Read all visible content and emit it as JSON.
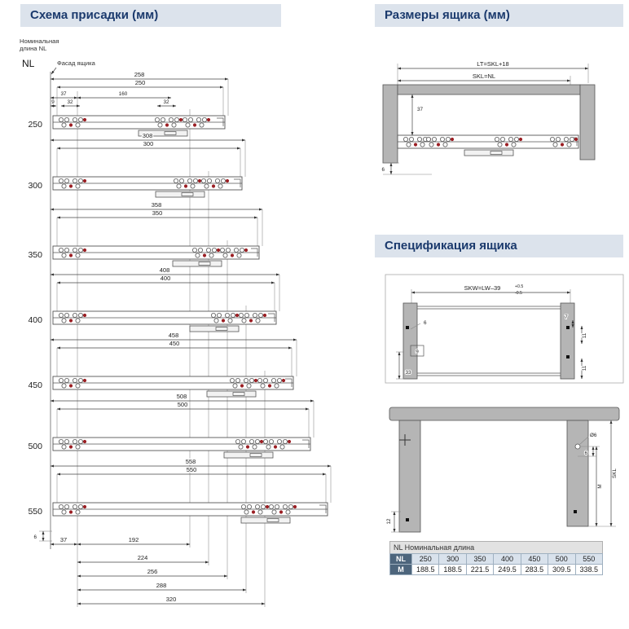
{
  "colors": {
    "header_bg": "#dce3ec",
    "header_text": "#1b3a6d",
    "accent_red": "#9b1f24",
    "panel_gray": "#b5b5b5"
  },
  "headers": {
    "drill": "Схема присадки (мм)",
    "size": "Размеры ящика (мм)",
    "spec": "Спецификация ящика"
  },
  "drill": {
    "axis_line1": "Номинальная",
    "axis_line2": "длина NL",
    "axis_nl": "NL",
    "facade": "Фасад ящика",
    "rows": [
      {
        "nl": "250",
        "outer": "258",
        "inner": "250"
      },
      {
        "nl": "300",
        "outer": "308",
        "inner": "300"
      },
      {
        "nl": "350",
        "outer": "358",
        "inner": "350"
      },
      {
        "nl": "400",
        "outer": "408",
        "inner": "400"
      },
      {
        "nl": "450",
        "outer": "458",
        "inner": "450"
      },
      {
        "nl": "500",
        "outer": "508",
        "inner": "500"
      },
      {
        "nl": "550",
        "outer": "558",
        "inner": "550"
      }
    ],
    "row250": {
      "d37": "37",
      "d160": "160",
      "d9": "9",
      "d32l": "32",
      "d32r": "32"
    },
    "bottom": {
      "d6": "6",
      "d37": "37",
      "d192": "192",
      "d224": "224",
      "d256": "256",
      "d288": "288",
      "d320": "320"
    }
  },
  "size": {
    "lt": "LT=SKL+18",
    "skl": "SKL=NL",
    "d37": "37",
    "d6": "6"
  },
  "spec": {
    "skw": "SKW=LW–39",
    "tol_top": "+0.5",
    "tol_bottom": "-0.5",
    "d6": "6",
    "d7": "7",
    "d11a": "11",
    "d9": "9",
    "d33": "33",
    "d11b": "11",
    "dia6": "Ø6",
    "d6b": "6",
    "skl": "SKL",
    "m": "M",
    "d12": "12"
  },
  "table": {
    "caption": "NL Номинальная длина",
    "rows": [
      [
        "NL",
        "250",
        "300",
        "350",
        "400",
        "450",
        "500",
        "550"
      ],
      [
        "M",
        "188.5",
        "188.5",
        "221.5",
        "249.5",
        "283.5",
        "309.5",
        "338.5"
      ]
    ]
  }
}
